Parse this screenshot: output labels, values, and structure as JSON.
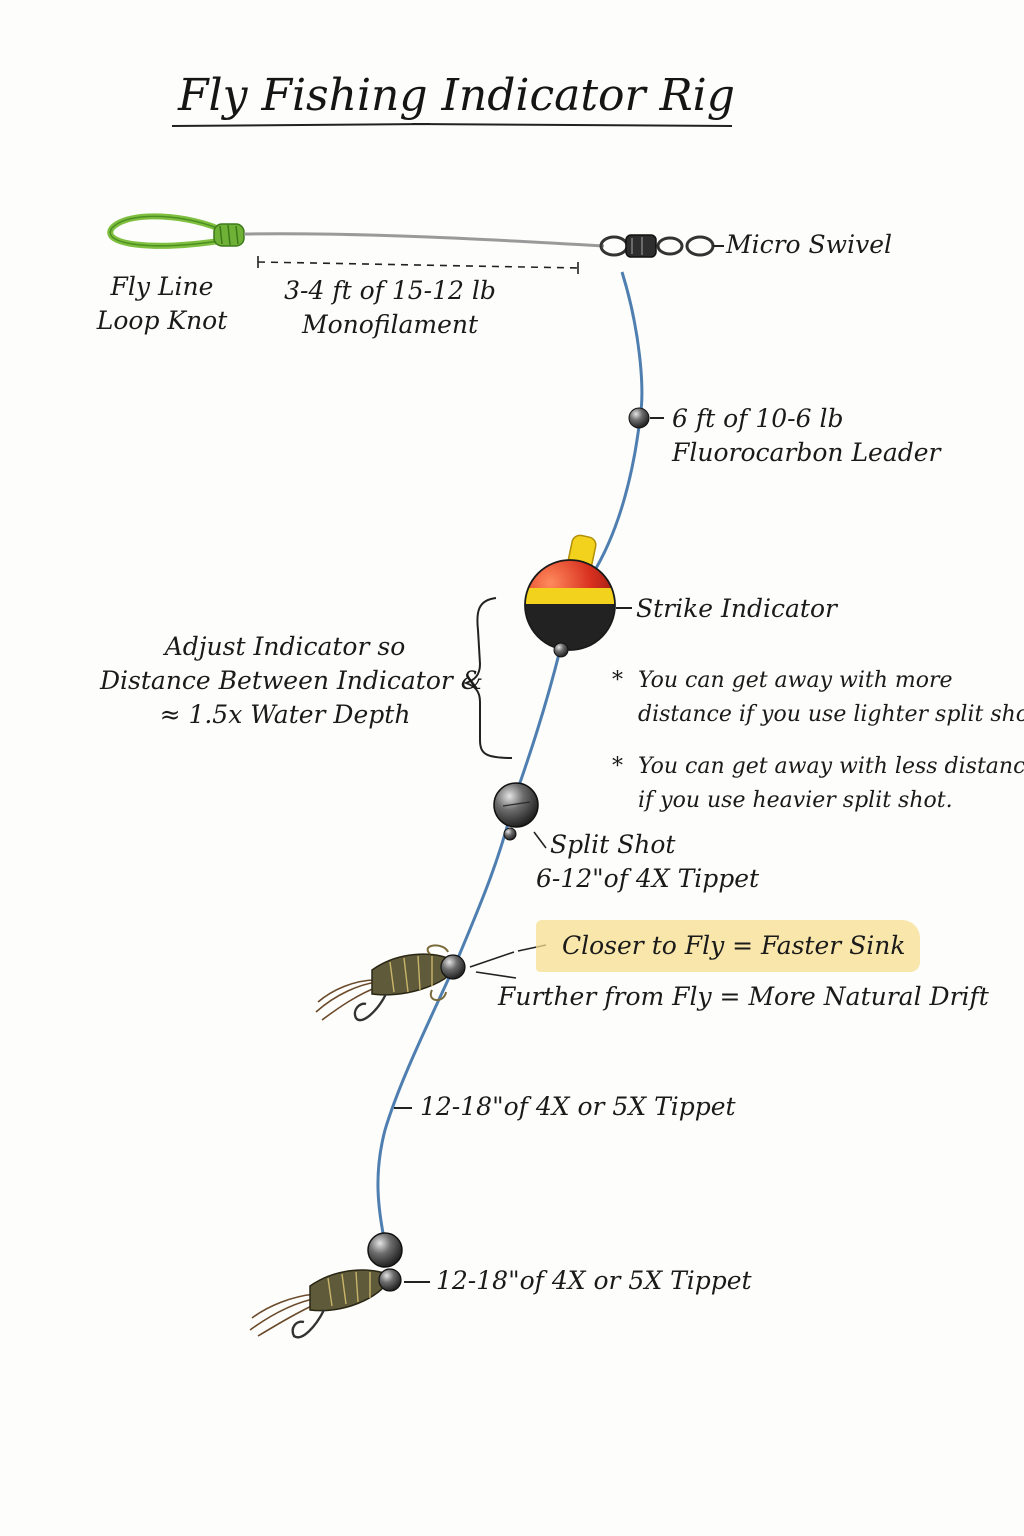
{
  "title": "Fly Fishing Indicator Rig",
  "labels": {
    "fly_line_loop_knot": [
      "Fly Line",
      "Loop Knot"
    ],
    "monofilament": [
      "3-4 ft of 15-12 lb",
      "Monofilament"
    ],
    "micro_swivel": "Micro Swivel",
    "fluorocarbon_leader": [
      "6 ft of 10-6 lb",
      "Fluorocarbon Leader"
    ],
    "strike_indicator": "Strike Indicator",
    "adjust_indicator": [
      "Adjust Indicator so",
      "Distance Between Indicator &",
      "≈ 1.5x Water Depth"
    ],
    "note_lighter": [
      "You can get away with more",
      "distance if you use lighter split shot."
    ],
    "note_heavier": [
      "You can get away with less distance",
      "if you use heavier split shot."
    ],
    "note_marker": "*",
    "split_shot": [
      "Split Shot",
      "6-12\"of 4X Tippet"
    ],
    "closer_to_fly": "Closer to Fly = Faster Sink",
    "further_from_fly": "Further from Fly = More Natural Drift",
    "tippet_middle": "12-18\"of 4X or 5X Tippet",
    "tippet_bottom": "12-18\"of 4X or 5X Tippet"
  },
  "colors": {
    "loop_green": "#7fbf3f",
    "mono_gray": "#9a9a9a",
    "leader_blue": "#4f7fb0",
    "indicator_red": "#d8301f",
    "indicator_yellow": "#f2d21c",
    "indicator_black": "#222222",
    "highlight_yellow": "#f6dd8f"
  },
  "icons": [
    "loop-knot-icon",
    "swivel-icon",
    "strike-indicator-icon",
    "split-shot-icon",
    "nymph-fly-icon",
    "bead-icon"
  ]
}
